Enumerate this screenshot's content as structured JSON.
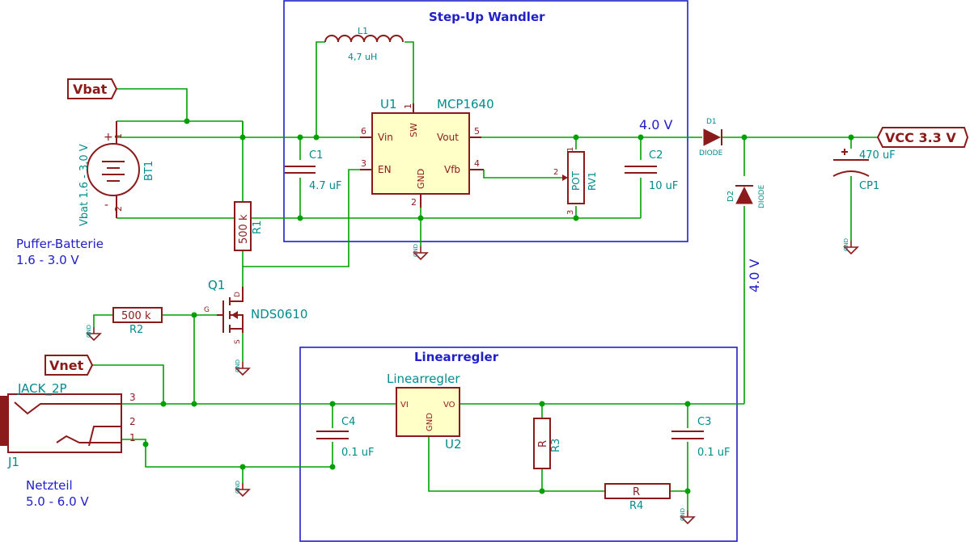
{
  "blocks": {
    "stepup_title": "Step-Up Wandler",
    "linear_title": "Linearregler"
  },
  "labels": {
    "vbat": "Vbat",
    "vnet": "Vnet",
    "vcc": "VCC 3.3 V",
    "v_stepup": "4.0 V",
    "v_linear": "4.0 V",
    "battery_line1": "Puffer-Batterie",
    "battery_line2": "1.6 - 3.0 V",
    "psu_line1": "Netzteil",
    "psu_line2": "5.0 - 6.0 V"
  },
  "components": {
    "L1": {
      "ref": "L1",
      "value": "4,7 uH"
    },
    "U1": {
      "ref": "U1",
      "value": "MCP1640",
      "pins": {
        "vin": "Vin",
        "sw": "SW",
        "vout": "Vout",
        "en": "EN",
        "gnd": "GND",
        "vfb": "Vfb"
      },
      "pin_numbers": {
        "vin": "6",
        "sw": "1",
        "vout": "5",
        "en": "3",
        "gnd": "2",
        "vfb": "4"
      }
    },
    "C1": {
      "ref": "C1",
      "value": "4.7 uF"
    },
    "C2": {
      "ref": "C2",
      "value": "10 uF"
    },
    "RV1": {
      "ref": "RV1",
      "value": "POT",
      "pins": [
        "1",
        "2",
        "3"
      ]
    },
    "D1": {
      "ref": "D1",
      "value": "DIODE"
    },
    "D2": {
      "ref": "D2",
      "value": "DIODE"
    },
    "CP1": {
      "ref": "CP1",
      "value": "470 uF"
    },
    "BT1": {
      "ref": "BT1",
      "value": "Vbat 1.6 - 3.0 V",
      "pins": [
        "1",
        "2"
      ],
      "plus": "+",
      "minus": "-"
    },
    "R1": {
      "ref": "R1",
      "value": "500 k"
    },
    "R2": {
      "ref": "R2",
      "value": "500 k"
    },
    "Q1": {
      "ref": "Q1",
      "value": "NDS0610",
      "pins": {
        "g": "G",
        "d": "D",
        "s": "S"
      }
    },
    "J1": {
      "ref": "J1",
      "value": "JACK_2P",
      "pins": [
        "3",
        "2",
        "1"
      ]
    },
    "U2": {
      "ref": "U2",
      "value": "Linearregler",
      "pins": {
        "vi": "VI",
        "vo": "VO",
        "gnd": "GND"
      }
    },
    "C4": {
      "ref": "C4",
      "value": "0.1 uF"
    },
    "C3": {
      "ref": "C3",
      "value": "0.1 uF"
    },
    "R3": {
      "ref": "R3",
      "value": "R"
    },
    "R4": {
      "ref": "R4",
      "value": "R"
    }
  },
  "gnd_label": "GND",
  "colors": {
    "wire": "#00a000",
    "component": "#8b1a1a",
    "text": "#008c8c",
    "box": "#2020c8"
  }
}
